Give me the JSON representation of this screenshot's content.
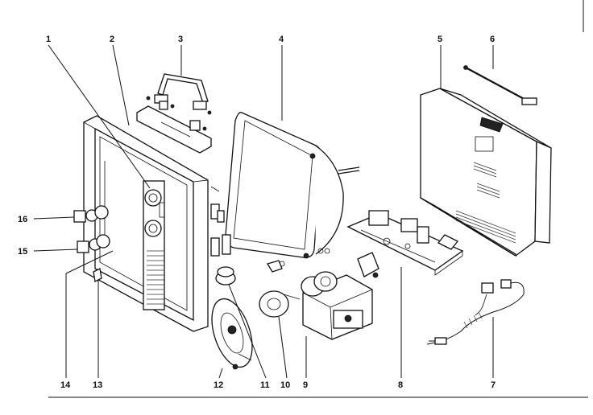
{
  "diagram": {
    "labels": [
      "1",
      "2",
      "3",
      "4",
      "5",
      "6",
      "7",
      "8",
      "9",
      "10",
      "11",
      "12",
      "13",
      "14",
      "15",
      "16"
    ],
    "colors": {
      "ink": "#111111",
      "paper": "#ffffff"
    }
  }
}
